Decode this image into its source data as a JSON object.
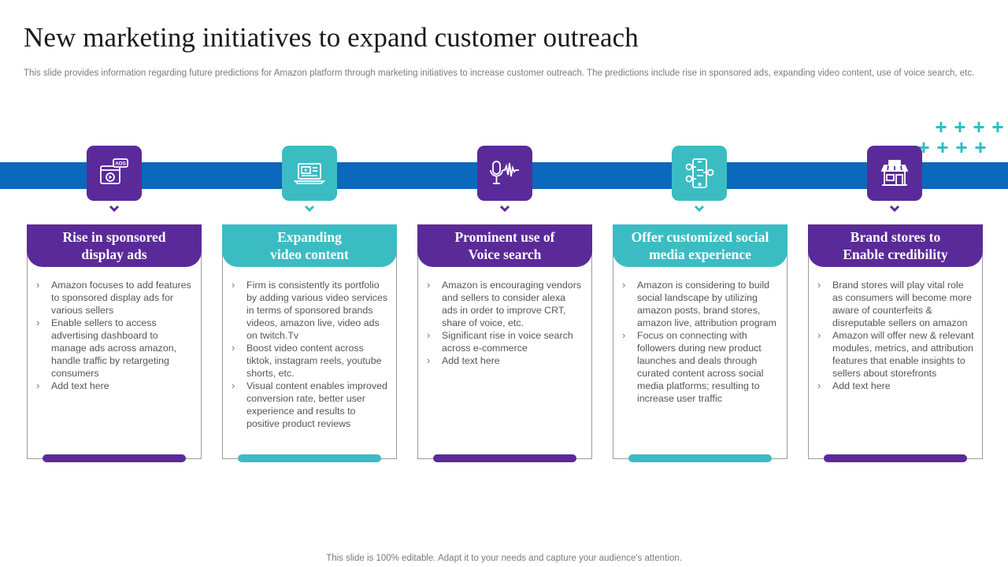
{
  "title": "New marketing initiatives to expand customer outreach",
  "subtitle": "This slide provides information regarding future predictions for Amazon platform through marketing initiatives to increase customer outreach. The predictions include rise in sponsored ads, expanding video content, use of voice search, etc.",
  "footer": "This slide is 100% editable. Adapt it to your needs and capture your audience's attention.",
  "colors": {
    "purple": "#5b2a99",
    "teal": "#3bbcc3",
    "band": "#0b68bc",
    "plus": "#2bbcc4"
  },
  "cards": [
    {
      "icon": "video-ad-icon",
      "icon_label": "ADS",
      "heading_line1": "Rise in sponsored",
      "heading_line2": "display ads",
      "bullets": [
        "Amazon focuses to add features to sponsored display ads for various  sellers",
        "Enable sellers to access advertising dashboard to manage ads across amazon, handle traffic by retargeting consumers",
        "Add text here"
      ]
    },
    {
      "icon": "laptop-video-icon",
      "heading_line1": "Expanding",
      "heading_line2": "video content",
      "bullets": [
        "Firm is consistently its portfolio by adding various video services in terms of sponsored brands videos, amazon live, video ads on twitch.Tv",
        "Boost video  content across tiktok, instagram reels, youtube shorts, etc.",
        "Visual content enables improved conversion rate, better user experience and results to positive product reviews"
      ]
    },
    {
      "icon": "microphone-wave-icon",
      "heading_line1": "Prominent use of",
      "heading_line2": "Voice search",
      "bullets": [
        "Amazon is encouraging vendors  and sellers to consider alexa ads in order to improve CRT, share of voice, etc.",
        "Significant rise in voice search across e-commerce",
        "Add text here"
      ]
    },
    {
      "icon": "smartphone-network-icon",
      "heading_line1": "Offer customized social",
      "heading_line2": "media experience",
      "bullets": [
        "Amazon is considering to build social landscape by utilizing amazon posts, brand stores, amazon live, attribution program",
        "Focus on connecting with followers during new product launches and deals through curated content across social media platforms; resulting to increase user traffic"
      ]
    },
    {
      "icon": "storefront-icon",
      "heading_line1": "Brand stores to",
      "heading_line2": "Enable credibility",
      "bullets": [
        "Brand stores will play vital role as consumers will become more aware of counterfeits & disreputable sellers on amazon",
        "Amazon will offer  new & relevant  modules, metrics, and attribution features that enable insights to sellers about storefronts",
        "Add text here"
      ]
    }
  ]
}
